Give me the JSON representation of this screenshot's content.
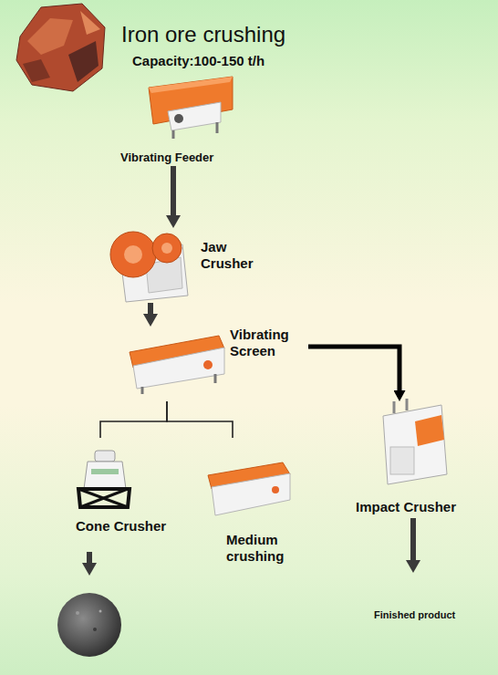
{
  "diagram": {
    "title": "Iron ore crushing",
    "nodes": [
      {
        "text": [
          "Vibrating Feeder"
        ]
      },
      {
        "text": [
          "Jaw Crusher"
        ]
      },
      {
        "text": [
          "Vibrating Screen"
        ]
      },
      {
        "text": [
          "Cone Crusher"
        ]
      },
      {
        "text": [
          "Medium crushing"
        ]
      },
      {
        "text": [
          "Impact Crusher"
        ]
      },
      {
        "text": [
          "Finished product"
        ]
      }
    ],
    "edges": [
      {
        "from": 0,
        "to": 1,
        "arrow": "to"
      },
      {
        "from": 1,
        "to": 2,
        "arrow": "to"
      },
      {
        "from": 2,
        "to": 3,
        "arrow": "none"
      },
      {
        "from": 2,
        "to": 4,
        "arrow": "none"
      },
      {
        "from": 2,
        "to": 5,
        "arrow": "to"
      },
      {
        "from": 5,
        "to": 6,
        "arrow": "to"
      }
    ],
    "labels": [
      "Capacity:100-150 t/h"
    ]
  }
}
